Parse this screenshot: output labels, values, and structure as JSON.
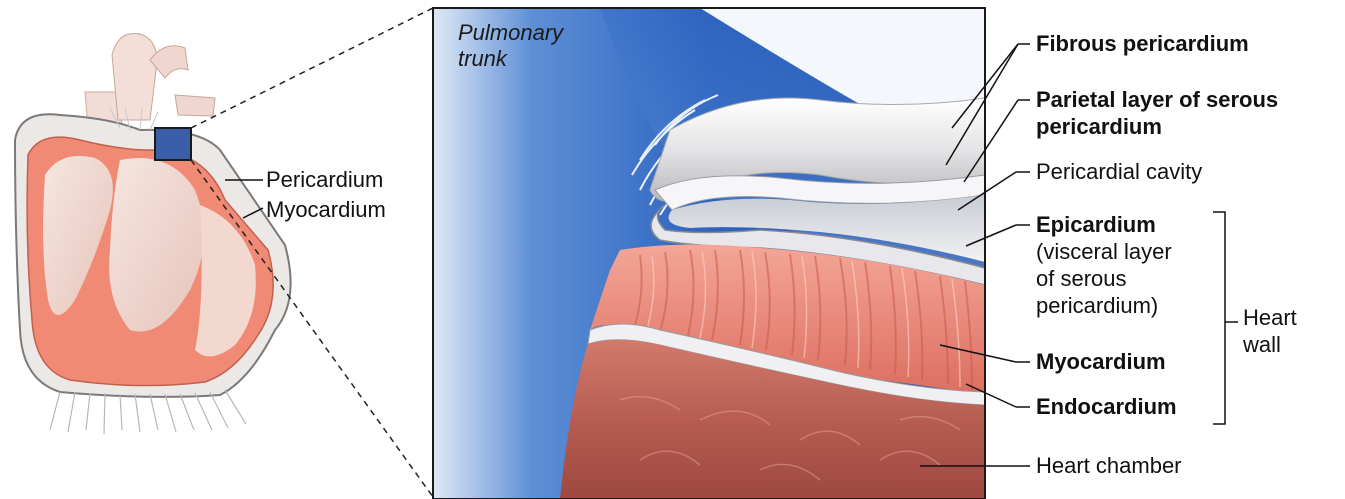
{
  "overview_labels": {
    "pericardium": "Pericardium",
    "myocardium": "Myocardium"
  },
  "detail": {
    "pulmonary_trunk_line1": "Pulmonary",
    "pulmonary_trunk_line2": "trunk"
  },
  "labels": {
    "fibrous_pericardium": "Fibrous pericardium",
    "parietal_line1": "Parietal layer of serous",
    "parietal_line2": "pericardium",
    "pericardial_cavity": "Pericardial cavity",
    "epicardium": "Epicardium",
    "epicardium_desc_line1": "(visceral layer",
    "epicardium_desc_line2": "of serous",
    "epicardium_desc_line3": "pericardium)",
    "myocardium": "Myocardium",
    "endocardium": "Endocardium",
    "heart_chamber": "Heart chamber"
  },
  "bracket": {
    "line1": "Heart",
    "line2": "wall"
  },
  "colors": {
    "blue_background": "#2a5fb8",
    "myocardium_pink": "#e88878",
    "chamber_red": "#b85a50",
    "pericardium_white": "#eeeeee",
    "leader_line": "#111111"
  }
}
